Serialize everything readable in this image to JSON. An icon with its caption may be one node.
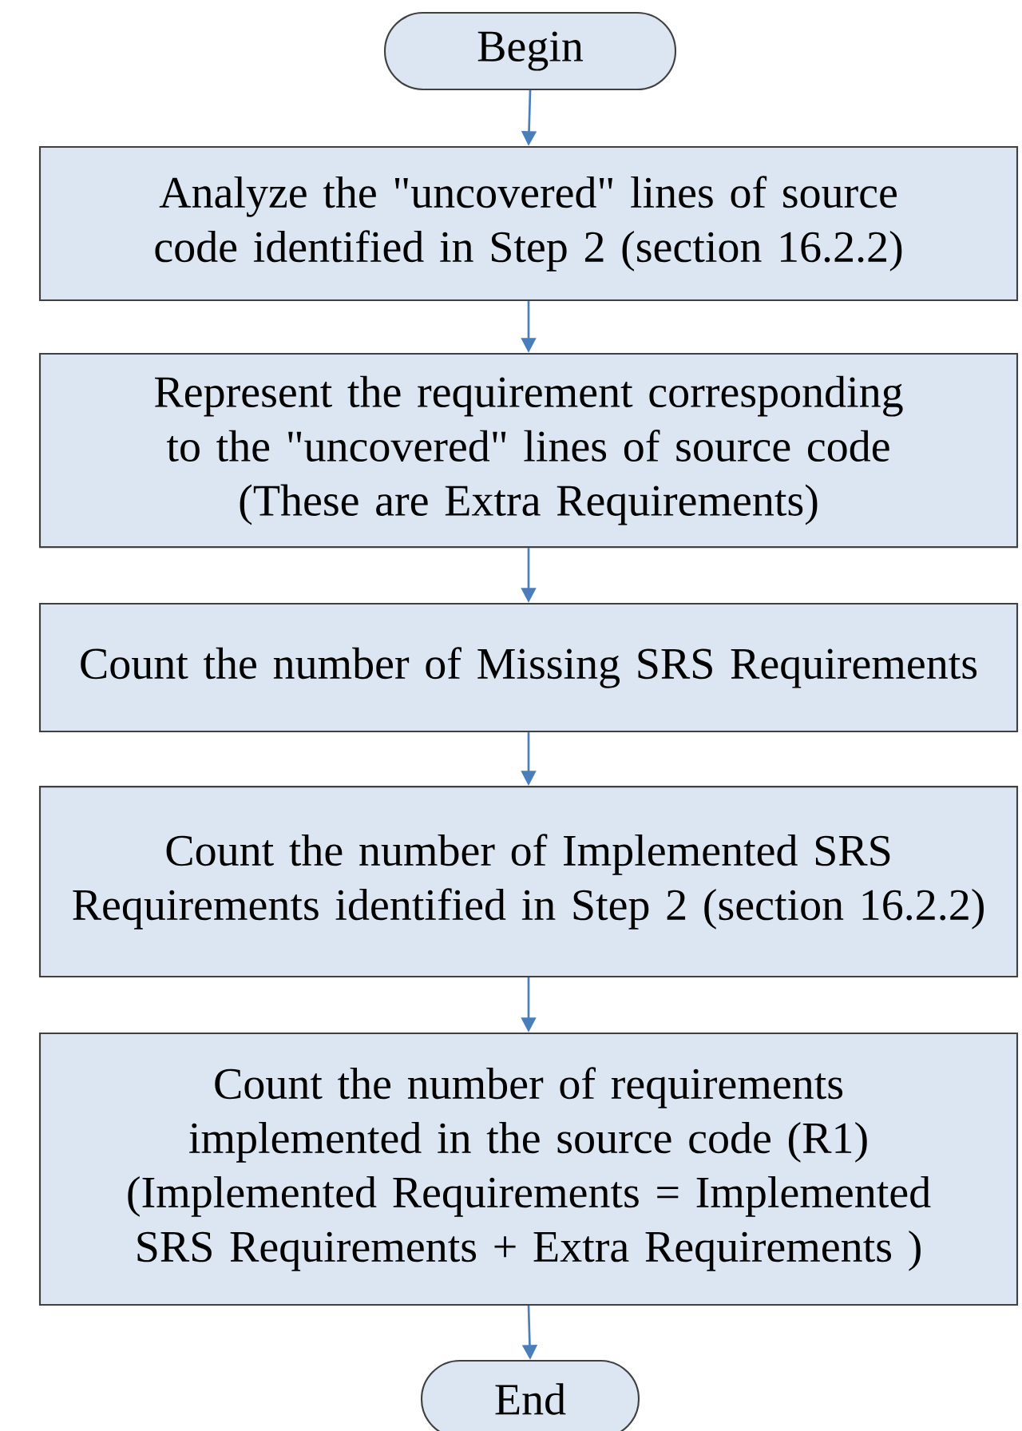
{
  "diagram": {
    "nodes": [
      {
        "text": [
          "Begin"
        ]
      },
      {
        "text": [
          "Analyze the \"uncovered\" lines of source code identified in Step 2 (section 16.2.2)"
        ]
      },
      {
        "text": [
          "Represent the requirement corresponding to the \"uncovered\" lines of source code",
          "(These are Extra Requirements)"
        ]
      },
      {
        "text": [
          "Count the number of Missing SRS Requirements"
        ]
      },
      {
        "text": [
          "Count the number of Implemented SRS Requirements identified in Step 2 (section 16.2.2)"
        ]
      },
      {
        "text": [
          "Count the number of requirements implemented in the source code (R1)",
          "(Implemented Requirements = Implemented SRS Requirements + Extra Requirements )"
        ]
      },
      {
        "text": [
          "End"
        ]
      }
    ],
    "edges": [
      {
        "from": 0,
        "to": 1,
        "arrow": "to"
      },
      {
        "from": 1,
        "to": 2,
        "arrow": "to"
      },
      {
        "from": 2,
        "to": 3,
        "arrow": "to"
      },
      {
        "from": 3,
        "to": 4,
        "arrow": "to"
      },
      {
        "from": 4,
        "to": 5,
        "arrow": "to"
      },
      {
        "from": 5,
        "to": 6,
        "arrow": "to"
      }
    ]
  }
}
